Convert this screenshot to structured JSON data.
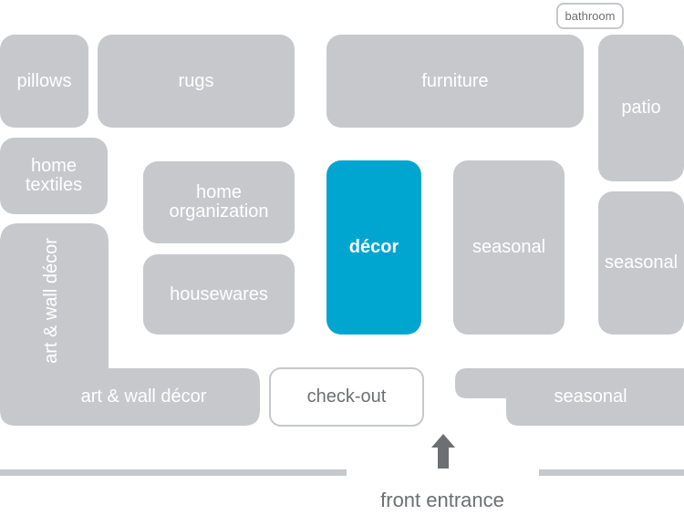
{
  "map": {
    "bathroom": "bathroom",
    "pillows": "pillows",
    "rugs": "rugs",
    "furniture": "furniture",
    "patio": "patio",
    "home_textiles": "home\ntextiles",
    "home_organization": "home\norganization",
    "decor": "décor",
    "seasonal_center": "seasonal",
    "seasonal_right": "seasonal",
    "housewares": "housewares",
    "art_wall_decor_vertical": "art & wall décor",
    "art_wall_decor_horizontal": "art & wall décor",
    "checkout": "check-out",
    "seasonal_bottom": "seasonal",
    "front_entrance": "front entrance",
    "highlight_department": "décor"
  },
  "colors": {
    "department": "#c6c8cb",
    "highlight": "#00a6d0",
    "label_text": "#ffffff",
    "outline_text": "#6d6f72"
  },
  "icons": {
    "entrance_arrow": "up-arrow-icon"
  }
}
